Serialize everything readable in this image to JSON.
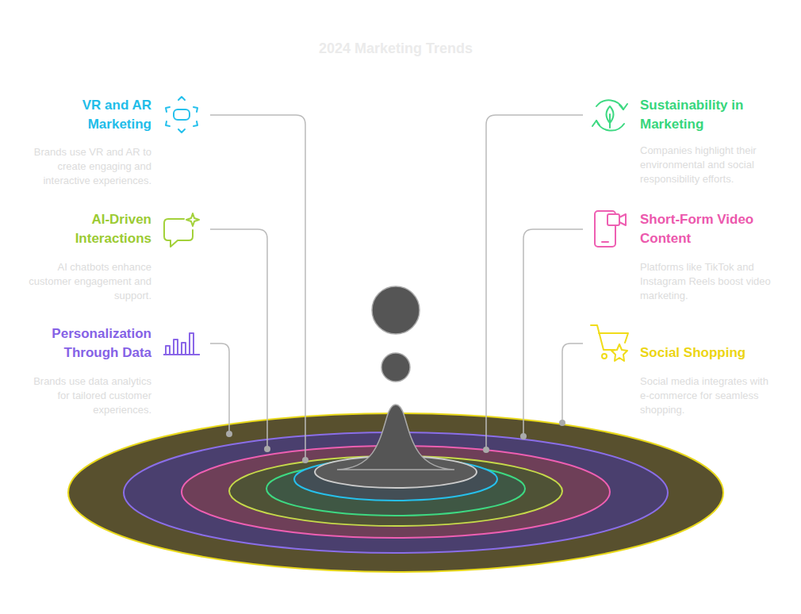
{
  "diagram": {
    "title": "2024 Marketing Trends",
    "labels": [
      "VR and AR Marketing",
      "Brands use VR and AR to create engaging and interactive experiences.",
      "AI-Driven Interactions",
      "AI chatbots enhance customer engagement and support.",
      "Personalization Through Data",
      "Brands use data analytics for tailored customer experiences.",
      "Sustainability in Marketing",
      "Companies highlight their environmental and social responsibility efforts.",
      "Short-Form Video Content",
      "Platforms like TikTok and Instagram Reels boost video marketing.",
      "Social Shopping",
      "Social media integrates with e-commerce for seamless shopping."
    ]
  }
}
